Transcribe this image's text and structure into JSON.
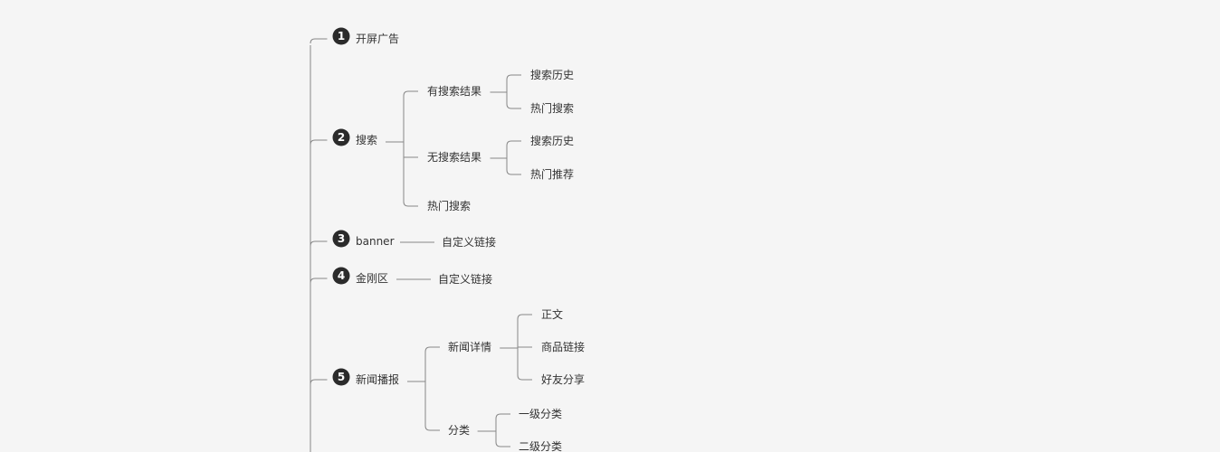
{
  "colors": {
    "background": "#f5f5f5",
    "line": "#888888",
    "badge": "#2b2b2b",
    "text": "#333333"
  },
  "mindmap": {
    "branches": [
      {
        "number": "1",
        "label": "开屏广告",
        "children": []
      },
      {
        "number": "2",
        "label": "搜索",
        "children": [
          {
            "label": "有搜索结果",
            "children": [
              {
                "label": "搜索历史"
              },
              {
                "label": "热门搜索"
              }
            ]
          },
          {
            "label": "无搜索结果",
            "children": [
              {
                "label": "搜索历史"
              },
              {
                "label": "热门推荐"
              }
            ]
          },
          {
            "label": "热门搜索",
            "children": []
          }
        ]
      },
      {
        "number": "3",
        "label": "banner",
        "children": [
          {
            "label": "自定义链接"
          }
        ]
      },
      {
        "number": "4",
        "label": "金刚区",
        "children": [
          {
            "label": "自定义链接"
          }
        ]
      },
      {
        "number": "5",
        "label": "新闻播报",
        "children": [
          {
            "label": "新闻详情",
            "children": [
              {
                "label": "正文"
              },
              {
                "label": "商品链接"
              },
              {
                "label": "好友分享"
              }
            ]
          },
          {
            "label": "分类",
            "children": [
              {
                "label": "一级分类"
              },
              {
                "label": "二级分类"
              }
            ]
          }
        ]
      }
    ]
  }
}
